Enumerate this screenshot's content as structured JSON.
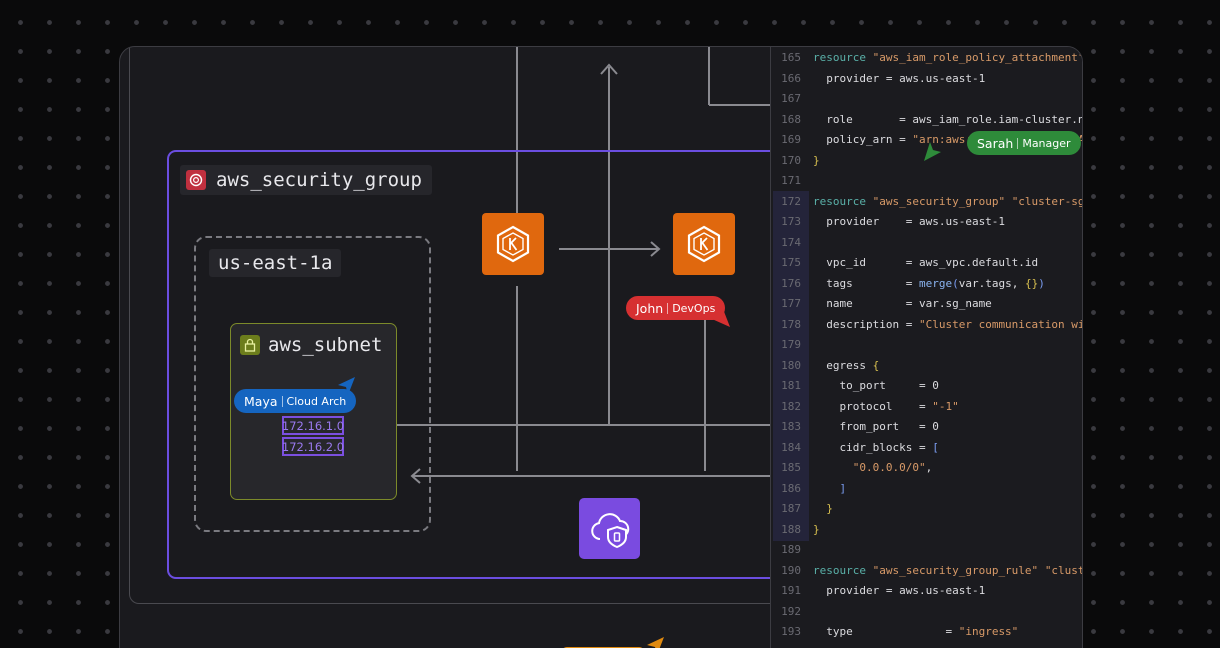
{
  "diagram": {
    "security_group_label": "aws_security_group",
    "availability_zone_label": "us-east-1a",
    "subnet_label": "aws_subnet",
    "cidr_blocks": [
      "172.16.1.0",
      "172.16.2.0"
    ]
  },
  "collaborators": [
    {
      "name": "Maya",
      "role": "Cloud Arch",
      "color": "#1565c0"
    },
    {
      "name": "John",
      "role": "DevOps",
      "color": "#d63031"
    },
    {
      "name": "Sarah",
      "role": "Manager",
      "color": "#2e8b3a"
    }
  ],
  "colors": {
    "security_group": "#6b4ee0",
    "subnet": "#7c8a2a",
    "eks": "#e0680e",
    "vpc_icon": "#7a4be0",
    "cidr_border": "#7b4fe0"
  },
  "icons": [
    "security-group-icon",
    "lock-icon",
    "eks-icon",
    "cloud-shield-icon"
  ],
  "code": {
    "lines": [
      {
        "n": "165",
        "t": "resource \"aws_iam_role_policy_attachment\""
      },
      {
        "n": "166",
        "t": "  provider = aws.us-east-1"
      },
      {
        "n": "167",
        "t": ""
      },
      {
        "n": "168",
        "t": "  role       = aws_iam_role.iam-cluster.name"
      },
      {
        "n": "169",
        "t": "  policy_arn = \"arn:aws:iam::aws:policy/Amazon"
      },
      {
        "n": "170",
        "t": "}"
      },
      {
        "n": "171",
        "t": ""
      },
      {
        "n": "172",
        "t": "resource \"aws_security_group\" \"cluster-sg\""
      },
      {
        "n": "173",
        "t": "  provider    = aws.us-east-1"
      },
      {
        "n": "174",
        "t": ""
      },
      {
        "n": "175",
        "t": "  vpc_id      = aws_vpc.default.id"
      },
      {
        "n": "176",
        "t": "  tags        = merge(var.tags, {})"
      },
      {
        "n": "177",
        "t": "  name        = var.sg_name"
      },
      {
        "n": "178",
        "t": "  description = \"Cluster communication with"
      },
      {
        "n": "179",
        "t": ""
      },
      {
        "n": "180",
        "t": "  egress {"
      },
      {
        "n": "181",
        "t": "    to_port     = 0"
      },
      {
        "n": "182",
        "t": "    protocol    = \"-1\""
      },
      {
        "n": "183",
        "t": "    from_port   = 0"
      },
      {
        "n": "184",
        "t": "    cidr_blocks = ["
      },
      {
        "n": "185",
        "t": "      \"0.0.0.0/0\","
      },
      {
        "n": "186",
        "t": "    ]"
      },
      {
        "n": "187",
        "t": "  }"
      },
      {
        "n": "188",
        "t": "}"
      },
      {
        "n": "189",
        "t": ""
      },
      {
        "n": "190",
        "t": "resource \"aws_security_group_rule\" \"cluster"
      },
      {
        "n": "191",
        "t": "  provider = aws.us-east-1"
      },
      {
        "n": "192",
        "t": ""
      },
      {
        "n": "193",
        "t": "  type              = \"ingress\""
      }
    ]
  }
}
